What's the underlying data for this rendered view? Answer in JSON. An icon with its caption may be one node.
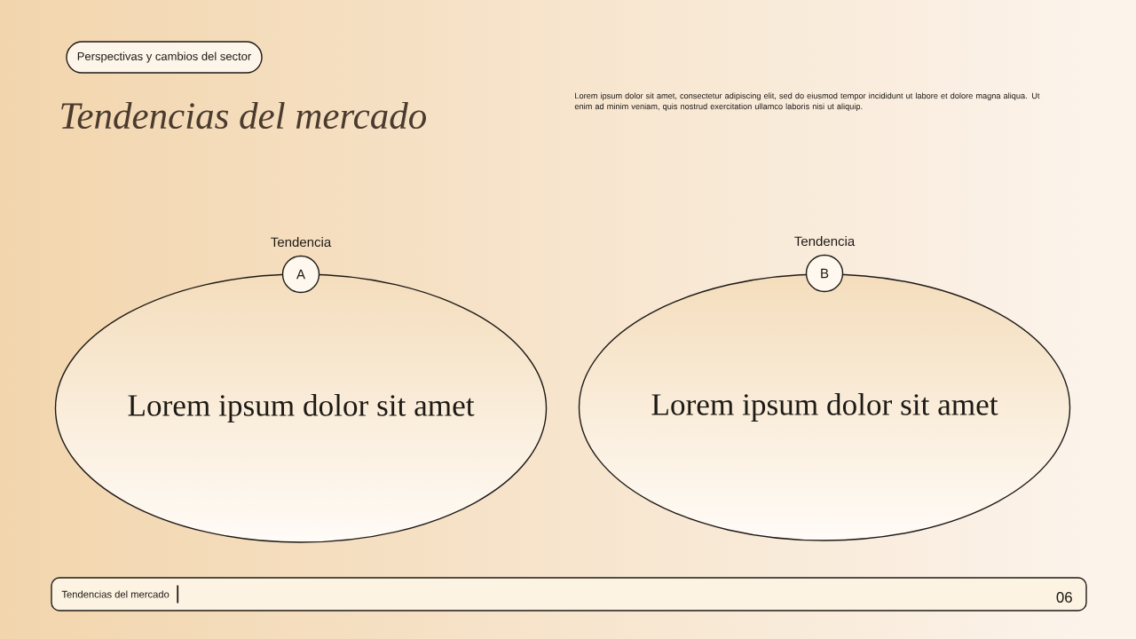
{
  "diagram": {
    "title": "Tendencias del mercado",
    "nodes": [
      {
        "text": [
          "Perspectivas y cambios del sector"
        ]
      },
      {
        "text": [
          "Tendencia",
          "A"
        ]
      },
      {
        "text": [
          "Lorem ipsum dolor sit amet"
        ]
      },
      {
        "text": [
          "Tendencia",
          "B"
        ]
      },
      {
        "text": [
          "Lorem ipsum dolor sit amet"
        ]
      },
      {
        "text": [
          "Tendencias del mercado",
          "06"
        ]
      }
    ],
    "labels": [
      "Lorem ipsum dolor sit amet, consectetur adipiscing elit, sed do eiusmod tempor incididunt ut labore et dolore magna aliqua. Ut enim ad minim veniam, quis nostrud exercitation ullamco laboris nisi ut aliquip."
    ]
  }
}
